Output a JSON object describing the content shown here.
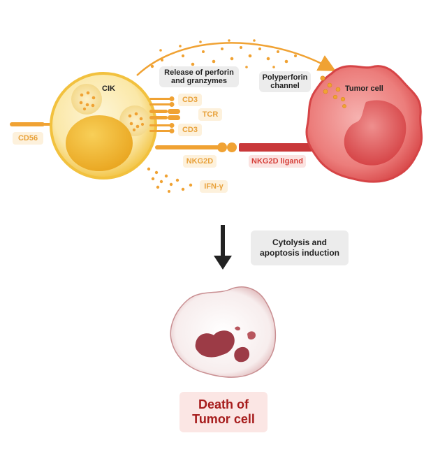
{
  "labels": {
    "cik": "CIK",
    "tumor_cell": "Tumor cell",
    "cd56": "CD56",
    "cd3_top": "CD3",
    "tcr": "TCR",
    "cd3_bottom": "CD3",
    "nkg2d": "NKG2D",
    "nkg2d_ligand": "NKG2D ligand",
    "ifn_gamma": "IFN-γ",
    "release_line1": "Release of perforin",
    "release_line2": "and granzymes",
    "polyperforin_line1": "Polyperforin",
    "polyperforin_line2": "channel",
    "cytolysis_line1": "Cytolysis and",
    "cytolysis_line2": "apoptosis induction",
    "death_line1": "Death of",
    "death_line2": "Tumor cell"
  },
  "colors": {
    "cik_membrane": "#f3c64a",
    "cik_cytoplasm": "#fbecb7",
    "cik_nucleus": "#f0b72f",
    "receptor_orange": "#f0a233",
    "tumor_red": "#e05a5a",
    "tumor_nucleus": "#d9484a",
    "ligand_red": "#c9383a",
    "dead_cell": "#f6eaea",
    "dead_fragments": "#9c3b46",
    "arrow_dark": "#222222",
    "death_text": "#a61c1c"
  }
}
